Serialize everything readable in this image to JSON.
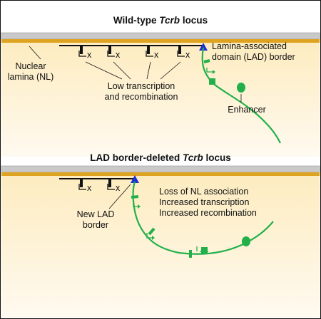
{
  "top_panel": {
    "title_pre": "Wild-type ",
    "title_gene": "Tcrb",
    "title_post": " locus",
    "nl_label_1": "Nuclear",
    "nl_label_2": "lamina (NL)",
    "lad_label_1": "Lamina-associated",
    "lad_label_2": "domain (LAD) border",
    "low_label_1": "Low transcription",
    "low_label_2": "and recombination",
    "enhancer_label": "Enhancer",
    "x_mark": "x"
  },
  "bottom_panel": {
    "title_pre": "LAD border-deleted ",
    "title_gene": "Tcrb",
    "title_post": " locus",
    "new_border_1": "New LAD",
    "new_border_2": "border",
    "effects": [
      "Loss of NL association",
      "Increased transcription",
      "Increased recombination"
    ],
    "x_mark": "x"
  },
  "colors": {
    "lamina_gold": "#dea320",
    "lamina_gray": "#c9c9c9",
    "background_top": "#fdf1cc",
    "chromatin_green": "#22b04b",
    "lad_border_blue": "#1a2fd8",
    "line_black": "#111111"
  }
}
